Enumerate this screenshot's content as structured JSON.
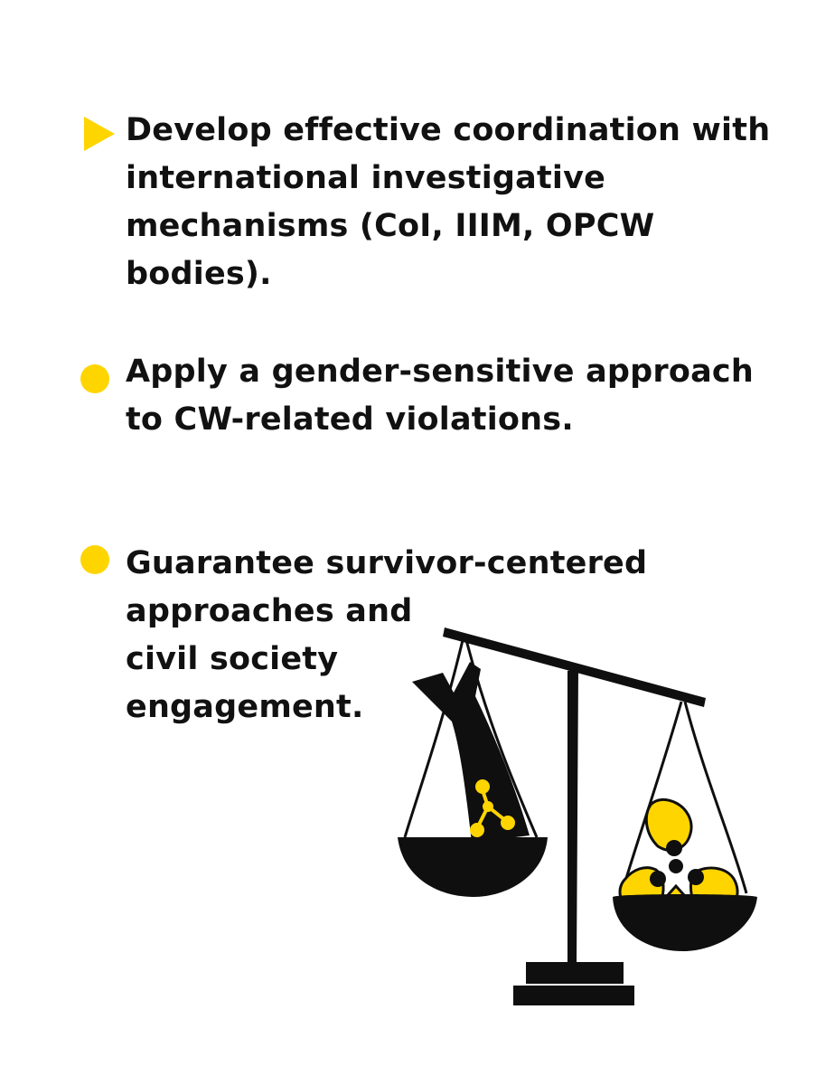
{
  "colors": {
    "background": "#ffffff",
    "text": "#111111",
    "accent": "#ffd500",
    "ink": "#0f0f0f"
  },
  "points": [
    {
      "marker": "triangle-bullet-icon",
      "text": "Develop effective coordination with\ninternational investigative\nmechanisms (CoI, IIIM, OPCW\nbodies)."
    },
    {
      "marker": "circle-bullet-icon",
      "text": "Apply a gender-sensitive approach\nto CW-related violations."
    },
    {
      "marker": "circle-bullet-icon",
      "text": "Guarantee survivor-centered\napproaches and\ncivil society\nengagement."
    }
  ],
  "illustration": {
    "icon": "balance-scale-icon",
    "left_pan_icon": "bomb-icon",
    "left_pan_symbol": "molecule-icon",
    "right_pan_icon": "toxic-gas-cloud-icon",
    "right_pan_symbol": "radiation-hazard-icon"
  }
}
